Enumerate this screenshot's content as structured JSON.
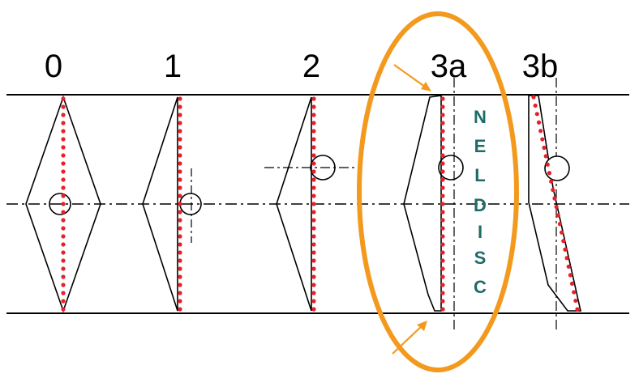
{
  "stages": [
    {
      "label": "0"
    },
    {
      "label": "1"
    },
    {
      "label": "2"
    },
    {
      "label": "3a"
    },
    {
      "label": "3b"
    }
  ],
  "neldisc": {
    "letters": [
      "N",
      "E",
      "L",
      "D",
      "I",
      "S",
      "C"
    ]
  },
  "colors": {
    "outline": "#000000",
    "dots": "#e8202a",
    "highlight": "#f39a1e",
    "neldisc_text": "#1f6b66",
    "background": "#ffffff"
  }
}
